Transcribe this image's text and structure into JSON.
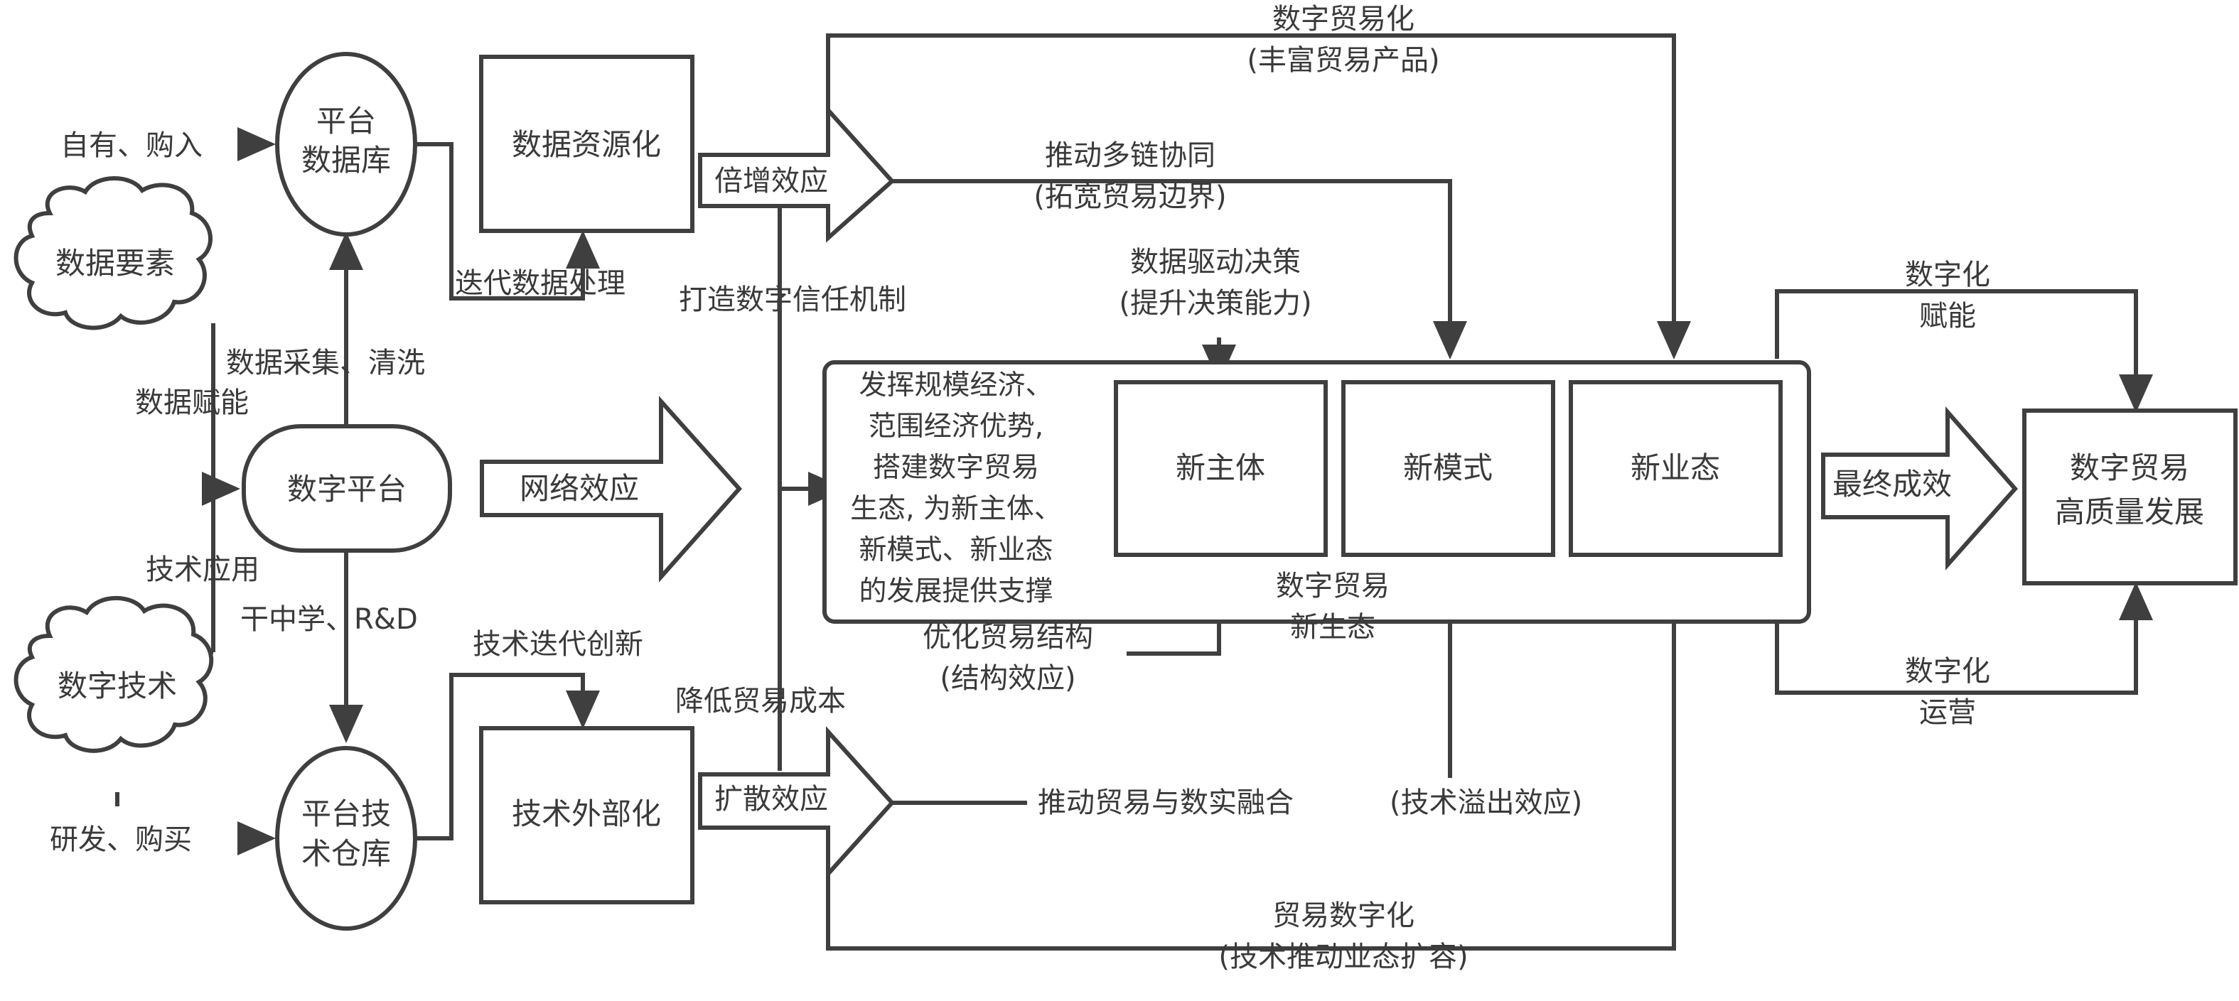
{
  "nodes": {
    "data_elements": "数据要素",
    "digital_tech": "数字技术",
    "platform_db": [
      "平台",
      "数据库"
    ],
    "digital_platform": "数字平台",
    "platform_tech_repo": [
      "平台技",
      "术仓库"
    ],
    "data_resource": "数据资源化",
    "tech_external": "技术外部化",
    "ecosystem_text": [
      "发挥规模经济、",
      "范围经济优势,",
      "搭建数字贸易",
      "生态, 为新主体、",
      "新模式、新业态",
      "的发展提供支撑"
    ],
    "new_subject": "新主体",
    "new_mode": "新模式",
    "new_format": "新业态",
    "final": [
      "数字贸易",
      "高质量发展"
    ]
  },
  "arrows": {
    "multiplier": "倍增效应",
    "network": "网络效应",
    "diffusion": "扩散效应",
    "final_result": "最终成效"
  },
  "labels": {
    "own_buy": "自有、购入",
    "rd_buy": "研发、购买",
    "collect_clean": "数据采集、清洗",
    "data_enable": "数据赋能",
    "tech_apply": "技术应用",
    "learn_rd": "干中学、R&D",
    "iter_data": "迭代数据处理",
    "tech_iter": "技术迭代创新",
    "trust": "打造数字信任机制",
    "cost": "降低贸易成本",
    "trade_digital": [
      "数字贸易化",
      "(丰富贸易产品)"
    ],
    "multi_chain": [
      "推动多链协同",
      "(拓宽贸易边界)"
    ],
    "data_driven": [
      "数据驱动决策",
      "(提升决策能力)"
    ],
    "structure": [
      "优化贸易结构",
      "(结构效应)"
    ],
    "ecosystem": [
      "数字贸易",
      "新生态"
    ],
    "fusion": "推动贸易与数实融合",
    "spillover": "(技术溢出效应)",
    "digital_trade": [
      "贸易数字化",
      "(技术推动业态扩容)"
    ],
    "digital_enable": [
      "数字化",
      "赋能"
    ],
    "digital_ops": [
      "数字化",
      "运营"
    ]
  }
}
